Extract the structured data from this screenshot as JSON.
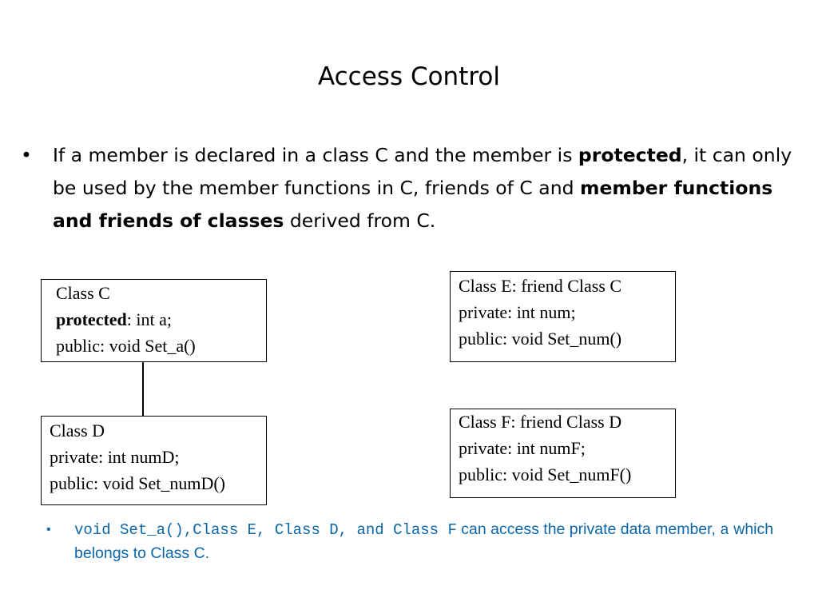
{
  "slide": {
    "title": "Access Control",
    "main_bullet": {
      "marker": "•",
      "text_1": "If a member is declared in a class C and the member is ",
      "bold_1": "protected",
      "text_2": ", it can only be used by the member functions in C, friends of C and ",
      "bold_2": "member functions and friends of classes",
      "text_3": " derived from C."
    },
    "class_c": {
      "line_1": "Class C",
      "line_2_bold": "protected",
      "line_2_rest": ": int a;",
      "line_3": "public: void Set_a()"
    },
    "class_d": {
      "line_1": "Class D",
      "line_2": "private: int numD;",
      "line_3": "public: void Set_numD()"
    },
    "class_e": {
      "line_1": "Class E: friend Class C",
      "line_2": "private: int num;",
      "line_3": "public: void Set_num()"
    },
    "class_f": {
      "line_1": "Class F: friend Class D",
      "line_2": "private: int numF;",
      "line_3": "public: void Set_numF()"
    },
    "sub_bullet": {
      "marker": "•",
      "code_1": "void Set_a(),Class E, Class D, and Class F",
      "text_1": " can access the private data member, ",
      "code_2": "a",
      "text_2": " which belongs to Class C."
    },
    "colors": {
      "sub_bullet_text": "#0b66a8",
      "text": "#000000",
      "border": "#000000"
    }
  }
}
